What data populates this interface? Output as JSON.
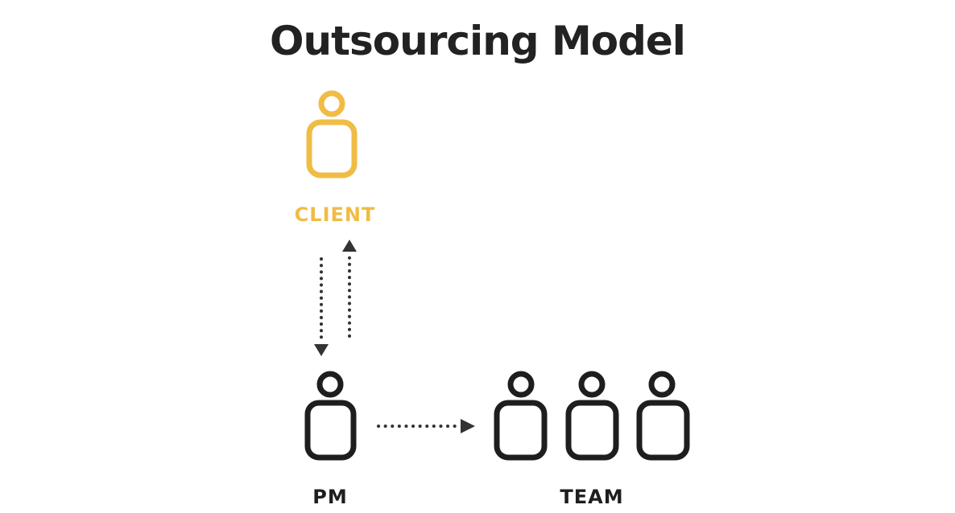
{
  "title": "Outsourcing Model",
  "nodes": {
    "client": {
      "label": "CLIENT",
      "color": "#f0bc45"
    },
    "pm": {
      "label": "PM",
      "color": "#1e1e1e"
    },
    "team": {
      "label": "TEAM",
      "color": "#1e1e1e",
      "count": 3
    }
  },
  "edges": [
    {
      "from": "client",
      "to": "pm",
      "style": "dotted"
    },
    {
      "from": "pm",
      "to": "client",
      "style": "dotted"
    },
    {
      "from": "pm",
      "to": "team",
      "style": "dotted"
    }
  ]
}
